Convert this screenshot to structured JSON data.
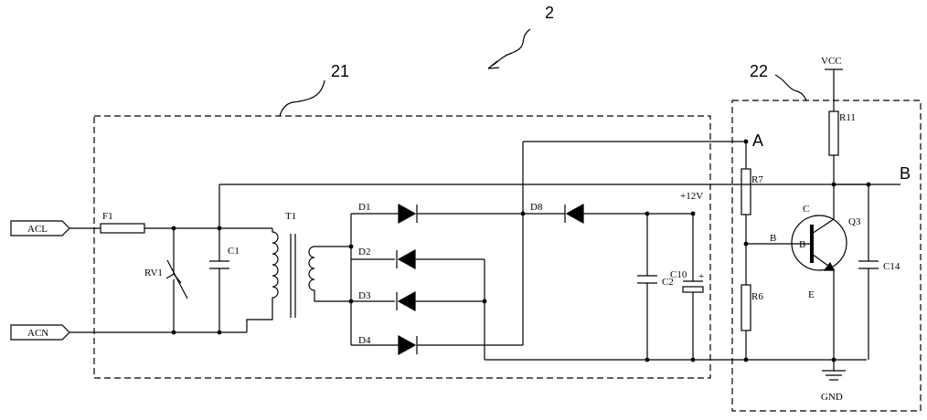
{
  "labels": {
    "fig_num": "2",
    "block1": "21",
    "block2": "22",
    "acl": "ACL",
    "acn": "ACN",
    "f1": "F1",
    "rv1": "RV1",
    "c1": "C1",
    "t1": "T1",
    "d1": "D1",
    "d2": "D2",
    "d3": "D3",
    "d4": "D4",
    "d8": "D8",
    "c2": "C2",
    "c10": "C10",
    "plus": "+",
    "v12": "+12V",
    "a": "A",
    "b": "B",
    "r7": "R7",
    "r6": "R6",
    "r11": "R11",
    "vcc": "VCC",
    "q3": "Q3",
    "c14": "C14",
    "gnd": "GND",
    "base": "B",
    "base_inner": "B",
    "collector": "C",
    "emitter": "E"
  }
}
